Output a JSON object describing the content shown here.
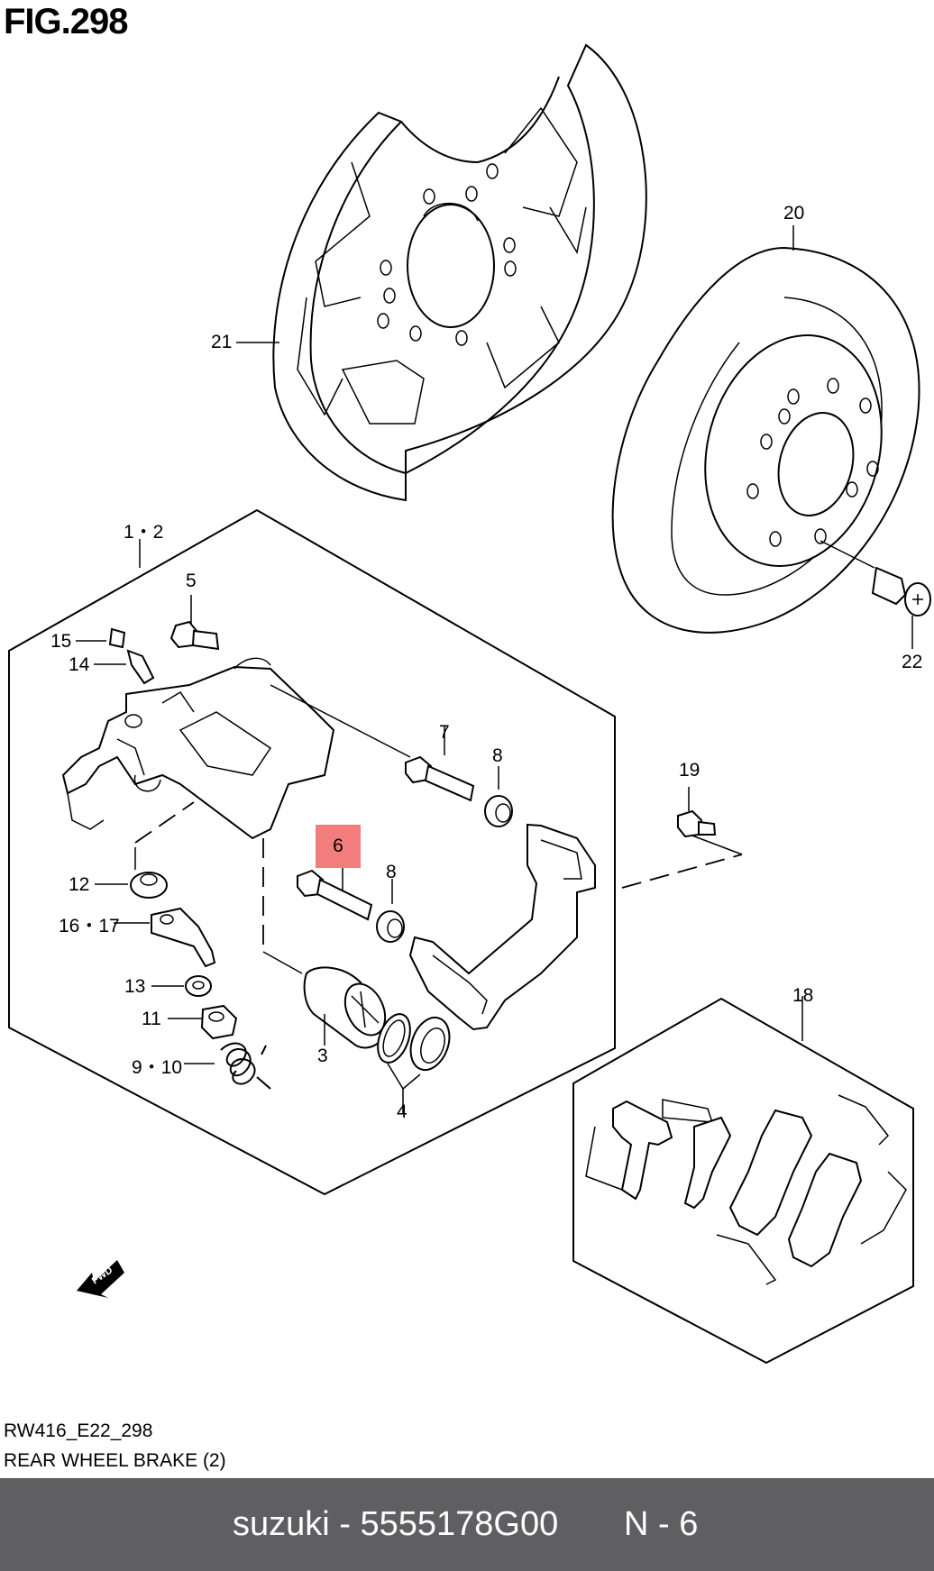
{
  "figure": {
    "title": "FIG.298"
  },
  "callouts": {
    "c1_2": "1・2",
    "c3": "3",
    "c4": "4",
    "c5": "5",
    "c6": "6",
    "c7": "7",
    "c8a": "8",
    "c8b": "8",
    "c9_10": "9・10",
    "c11": "11",
    "c12": "12",
    "c13": "13",
    "c14": "14",
    "c15": "15",
    "c16_17": "16・17",
    "c18": "18",
    "c19": "19",
    "c20": "20",
    "c21": "21",
    "c22": "22"
  },
  "highlight": {
    "part": "6",
    "color": "#f37c7c"
  },
  "fwd_arrow": {
    "label": "FWD"
  },
  "reference": {
    "code": "RW416_E22_298",
    "title": "REAR WHEEL BRAKE (2)"
  },
  "footer": {
    "brand_part": "suzuki - 5555178G00",
    "ref": "N - 6",
    "bg": "#5f5f61"
  }
}
